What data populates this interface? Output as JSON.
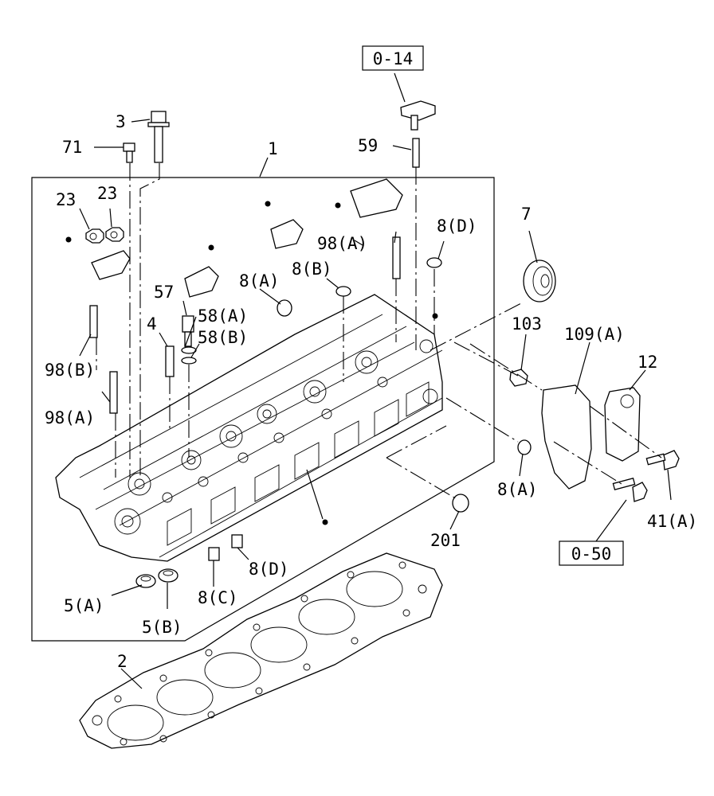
{
  "diagram": {
    "refs": {
      "r014": "0-14",
      "r050": "0-50"
    },
    "labels": {
      "p1": "1",
      "p2": "2",
      "p3": "3",
      "p4": "4",
      "p5a": "5(A)",
      "p5b": "5(B)",
      "p7": "7",
      "p8a_top": "8(A)",
      "p8a_right": "8(A)",
      "p8b": "8(B)",
      "p8c": "8(C)",
      "p8d_top": "8(D)",
      "p8d_bottom": "8(D)",
      "p12": "12",
      "p23a": "23",
      "p23b": "23",
      "p41a": "41(A)",
      "p57": "57",
      "p58a": "58(A)",
      "p58b": "58(B)",
      "p59": "59",
      "p71": "71",
      "p98a_top": "98(A)",
      "p98a_left": "98(A)",
      "p98b": "98(B)",
      "p103": "103",
      "p109a": "109(A)",
      "p201": "201"
    }
  }
}
